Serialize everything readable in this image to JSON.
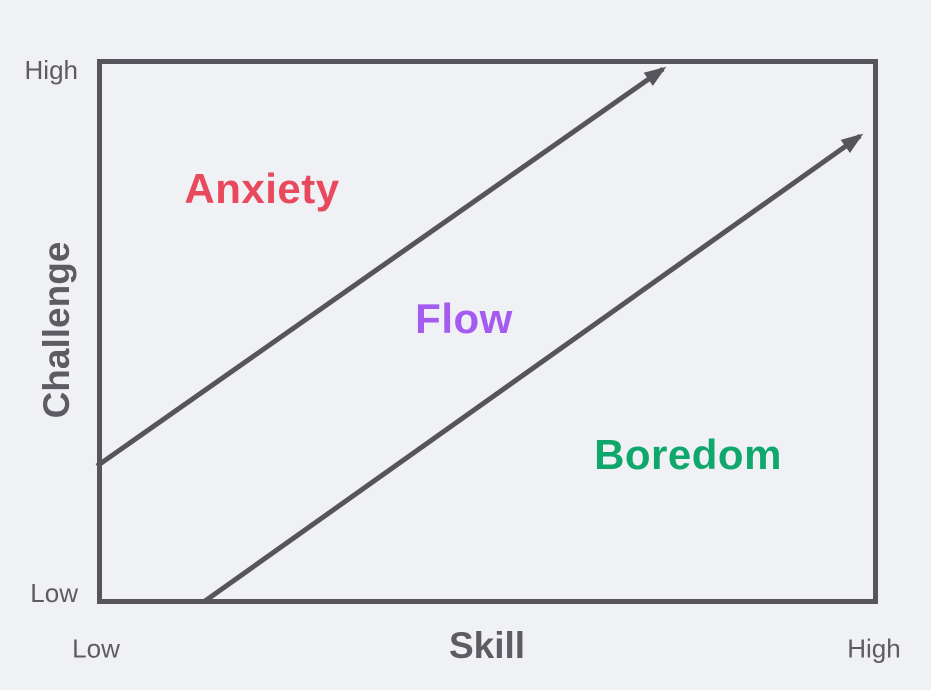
{
  "canvas": {
    "background": "#f0f1f5"
  },
  "diagram": {
    "name": "flow-channel-model",
    "line_color": "#57555b",
    "text_color": "#5e5c62",
    "y_axis": {
      "label": "Challenge",
      "top_tick": "High",
      "bottom_tick": "Low"
    },
    "x_axis": {
      "label": "Skill",
      "left_tick": "Low",
      "right_tick": "High"
    },
    "regions": [
      {
        "label": "Anxiety",
        "color": "#e8495d",
        "position": "upper-left"
      },
      {
        "label": "Flow",
        "color": "#a45bf0",
        "position": "center-channel"
      },
      {
        "label": "Boredom",
        "color": "#10a76c",
        "position": "lower-right"
      }
    ]
  }
}
